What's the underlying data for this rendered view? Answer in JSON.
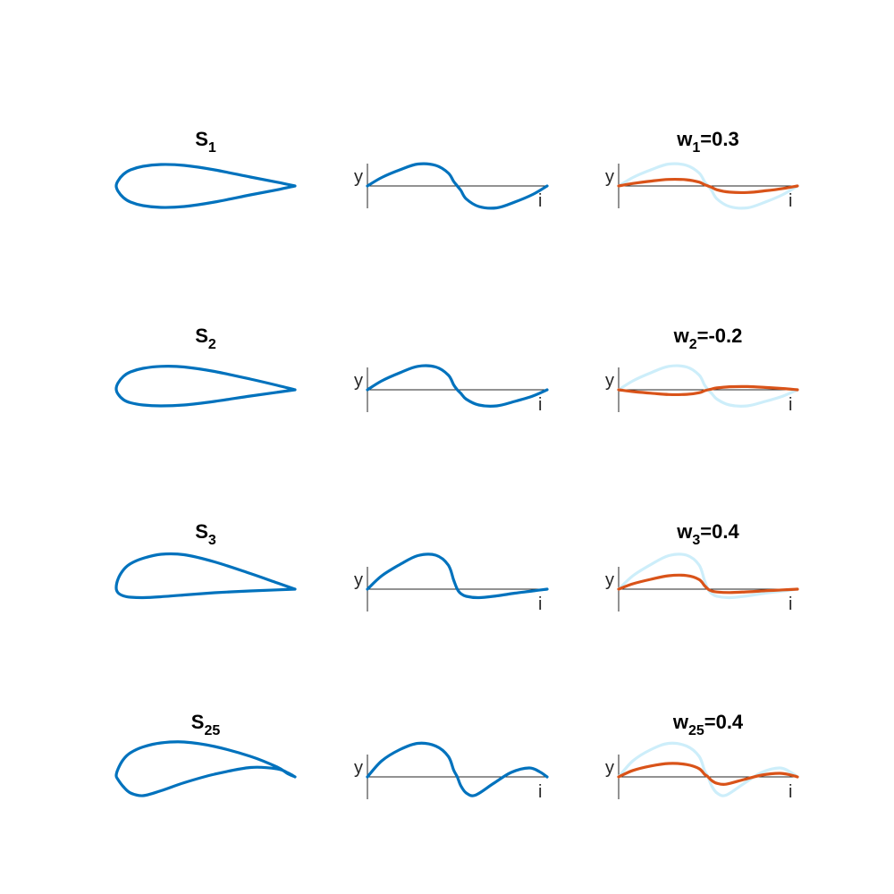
{
  "colors": {
    "shape": "#0072bd",
    "signal": "#0072bd",
    "weighted": "#d95319",
    "ghost": "#cdeefa",
    "axis": "#262626"
  },
  "axis_labels": {
    "y": "y",
    "x": "i"
  },
  "rows": [
    {
      "shape_title": {
        "base": "S",
        "sub": "1"
      },
      "weight_title": {
        "base": "w",
        "sub": "1",
        "value": "=0.3"
      },
      "weight": 0.3,
      "shape": {
        "upper": [
          [
            0,
            0
          ],
          [
            0.01,
            0.23
          ],
          [
            0.04,
            0.52
          ],
          [
            0.08,
            0.72
          ],
          [
            0.15,
            0.88
          ],
          [
            0.25,
            0.96
          ],
          [
            0.38,
            0.92
          ],
          [
            0.55,
            0.72
          ],
          [
            0.75,
            0.4
          ],
          [
            0.9,
            0.17
          ],
          [
            1,
            0
          ]
        ],
        "lower": [
          [
            0,
            0
          ],
          [
            0.01,
            -0.23
          ],
          [
            0.04,
            -0.52
          ],
          [
            0.08,
            -0.72
          ],
          [
            0.15,
            -0.88
          ],
          [
            0.25,
            -0.96
          ],
          [
            0.38,
            -0.92
          ],
          [
            0.55,
            -0.72
          ],
          [
            0.75,
            -0.4
          ],
          [
            0.9,
            -0.17
          ],
          [
            1,
            0
          ]
        ]
      },
      "signal": [
        [
          0,
          0
        ],
        [
          0.08,
          0.38
        ],
        [
          0.18,
          0.72
        ],
        [
          0.28,
          0.98
        ],
        [
          0.38,
          0.92
        ],
        [
          0.45,
          0.58
        ],
        [
          0.48,
          0.2
        ],
        [
          0.5,
          0
        ],
        [
          0.52,
          -0.2
        ],
        [
          0.55,
          -0.58
        ],
        [
          0.62,
          -0.92
        ],
        [
          0.72,
          -0.98
        ],
        [
          0.82,
          -0.72
        ],
        [
          0.92,
          -0.38
        ],
        [
          1,
          0
        ]
      ]
    },
    {
      "shape_title": {
        "base": "S",
        "sub": "2"
      },
      "weight_title": {
        "base": "w",
        "sub": "2",
        "value": "=-0.2"
      },
      "weight": -0.2,
      "shape": {
        "upper": [
          [
            0,
            0.04
          ],
          [
            0.01,
            0.3
          ],
          [
            0.04,
            0.6
          ],
          [
            0.08,
            0.8
          ],
          [
            0.15,
            0.96
          ],
          [
            0.25,
            1.05
          ],
          [
            0.38,
            1.02
          ],
          [
            0.55,
            0.82
          ],
          [
            0.75,
            0.48
          ],
          [
            0.9,
            0.2
          ],
          [
            1,
            0
          ]
        ],
        "lower": [
          [
            0,
            0.04
          ],
          [
            0.01,
            -0.19
          ],
          [
            0.04,
            -0.44
          ],
          [
            0.08,
            -0.58
          ],
          [
            0.15,
            -0.68
          ],
          [
            0.25,
            -0.72
          ],
          [
            0.38,
            -0.68
          ],
          [
            0.55,
            -0.52
          ],
          [
            0.75,
            -0.28
          ],
          [
            0.9,
            -0.11
          ],
          [
            1,
            0
          ]
        ]
      },
      "signal": [
        [
          0,
          0
        ],
        [
          0.08,
          0.4
        ],
        [
          0.18,
          0.76
        ],
        [
          0.28,
          1.05
        ],
        [
          0.38,
          1.02
        ],
        [
          0.45,
          0.66
        ],
        [
          0.48,
          0.22
        ],
        [
          0.5,
          0
        ],
        [
          0.52,
          -0.16
        ],
        [
          0.55,
          -0.42
        ],
        [
          0.62,
          -0.68
        ],
        [
          0.72,
          -0.72
        ],
        [
          0.82,
          -0.52
        ],
        [
          0.92,
          -0.28
        ],
        [
          1,
          0
        ]
      ]
    },
    {
      "shape_title": {
        "base": "S",
        "sub": "3"
      },
      "weight_title": {
        "base": "w",
        "sub": "3",
        "value": "=0.4"
      },
      "weight": 0.4,
      "shape": {
        "upper": [
          [
            0,
            0.06
          ],
          [
            0.01,
            0.45
          ],
          [
            0.04,
            0.86
          ],
          [
            0.08,
            1.14
          ],
          [
            0.15,
            1.38
          ],
          [
            0.25,
            1.56
          ],
          [
            0.38,
            1.54
          ],
          [
            0.55,
            1.22
          ],
          [
            0.75,
            0.7
          ],
          [
            0.9,
            0.28
          ],
          [
            1,
            0
          ]
        ],
        "lower": [
          [
            0,
            0.06
          ],
          [
            0.01,
            -0.16
          ],
          [
            0.04,
            -0.3
          ],
          [
            0.08,
            -0.36
          ],
          [
            0.15,
            -0.38
          ],
          [
            0.25,
            -0.34
          ],
          [
            0.38,
            -0.26
          ],
          [
            0.55,
            -0.16
          ],
          [
            0.75,
            -0.08
          ],
          [
            0.9,
            -0.03
          ],
          [
            1,
            0
          ]
        ]
      },
      "signal": [
        [
          0,
          0
        ],
        [
          0.08,
          0.6
        ],
        [
          0.18,
          1.1
        ],
        [
          0.28,
          1.5
        ],
        [
          0.38,
          1.52
        ],
        [
          0.45,
          1.08
        ],
        [
          0.48,
          0.4
        ],
        [
          0.5,
          0
        ],
        [
          0.52,
          -0.2
        ],
        [
          0.55,
          -0.32
        ],
        [
          0.62,
          -0.38
        ],
        [
          0.72,
          -0.3
        ],
        [
          0.82,
          -0.18
        ],
        [
          0.92,
          -0.08
        ],
        [
          1,
          0
        ]
      ]
    },
    {
      "shape_title": {
        "base": "S",
        "sub": "25"
      },
      "weight_title": {
        "base": "w",
        "sub": "25",
        "value": "=0.4"
      },
      "weight": 0.4,
      "shape": {
        "upper": [
          [
            0,
            0.05
          ],
          [
            0.01,
            0.35
          ],
          [
            0.04,
            0.78
          ],
          [
            0.08,
            1.08
          ],
          [
            0.15,
            1.34
          ],
          [
            0.25,
            1.52
          ],
          [
            0.38,
            1.56
          ],
          [
            0.55,
            1.36
          ],
          [
            0.75,
            0.92
          ],
          [
            0.9,
            0.44
          ],
          [
            0.96,
            0.14
          ],
          [
            1,
            0
          ]
        ],
        "lower": [
          [
            0,
            0.05
          ],
          [
            0.01,
            -0.12
          ],
          [
            0.04,
            -0.44
          ],
          [
            0.08,
            -0.72
          ],
          [
            0.15,
            -0.84
          ],
          [
            0.25,
            -0.62
          ],
          [
            0.38,
            -0.26
          ],
          [
            0.55,
            0.12
          ],
          [
            0.75,
            0.42
          ],
          [
            0.9,
            0.36
          ],
          [
            0.96,
            0.18
          ],
          [
            1,
            0
          ]
        ]
      },
      "signal": [
        [
          0,
          0
        ],
        [
          0.08,
          0.72
        ],
        [
          0.18,
          1.22
        ],
        [
          0.28,
          1.5
        ],
        [
          0.38,
          1.38
        ],
        [
          0.45,
          0.92
        ],
        [
          0.48,
          0.3
        ],
        [
          0.5,
          0
        ],
        [
          0.52,
          -0.4
        ],
        [
          0.55,
          -0.72
        ],
        [
          0.6,
          -0.82
        ],
        [
          0.7,
          -0.3
        ],
        [
          0.8,
          0.2
        ],
        [
          0.9,
          0.4
        ],
        [
          0.96,
          0.22
        ],
        [
          1,
          0
        ]
      ]
    }
  ]
}
